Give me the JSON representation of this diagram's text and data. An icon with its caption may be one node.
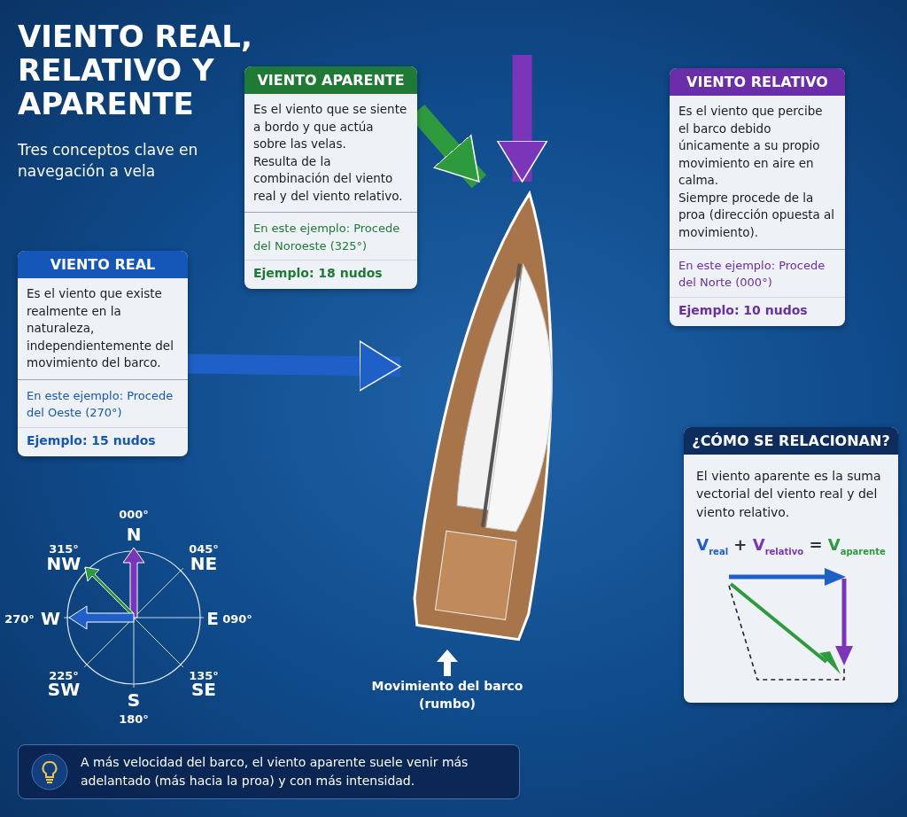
{
  "diagram": {
    "title": "VIENTO REAL, RELATIVO Y APARENTE",
    "nodes": [
      {
        "text": [
          "VIENTO APARENTE",
          "Es el viento que se siente a bordo y que actúa sobre las velas.",
          "Resulta de la combinación del viento real y del viento relativo.",
          "En este ejemplo: Procede del Noroeste (325°)",
          "Ejemplo: 18 nudos"
        ]
      },
      {
        "text": [
          "VIENTO RELATIVO",
          "Es el viento que percibe el barco debido únicamente a su propio movimiento en aire en calma.",
          "Siempre procede de la proa (dirección opuesta al movimiento).",
          "En este ejemplo: Procede del Norte (000°)",
          "Ejemplo: 10 nudos"
        ]
      },
      {
        "text": [
          "VIENTO REAL",
          "Es el viento que existe realmente en la naturaleza, independientemente del movimiento del barco.",
          "En este ejemplo: Procede del Oeste (270°)",
          "Ejemplo: 15 nudos"
        ]
      },
      {
        "text": [],
        "shape": "picture",
        "beside": [
          "Movimiento del barco (rumbo)"
        ]
      },
      {
        "text": [
          "¿CÓMO SE RELACIONAN?",
          "El viento aparente es la suma vectorial del viento real y del viento relativo.",
          "V$_{real}$ + V$_{relativo}$ = V$_{aparente}$"
        ]
      },
      {
        "text": [
          "A más velocidad del barco, el viento aparente suele venir más adelantado (más hacia la proa) y con más intensidad."
        ]
      }
    ],
    "edges": [
      {
        "from": 0,
        "to": 3,
        "arrow": "to",
        "color": "#2e9a3e"
      },
      {
        "from": null,
        "to": 3,
        "arrow": "to",
        "color": "#7a35b8"
      },
      {
        "from": 2,
        "to": 3,
        "arrow": "to",
        "color": "#1f5fc8"
      }
    ],
    "labels": [
      "Tres conceptos clave en navegación a vela",
      "000°",
      "N",
      "315°",
      "NW",
      "045°",
      "NE",
      "270°",
      "W",
      "E",
      "090°",
      "225°",
      "SW",
      "135°",
      "SE",
      "S",
      "180°"
    ]
  }
}
